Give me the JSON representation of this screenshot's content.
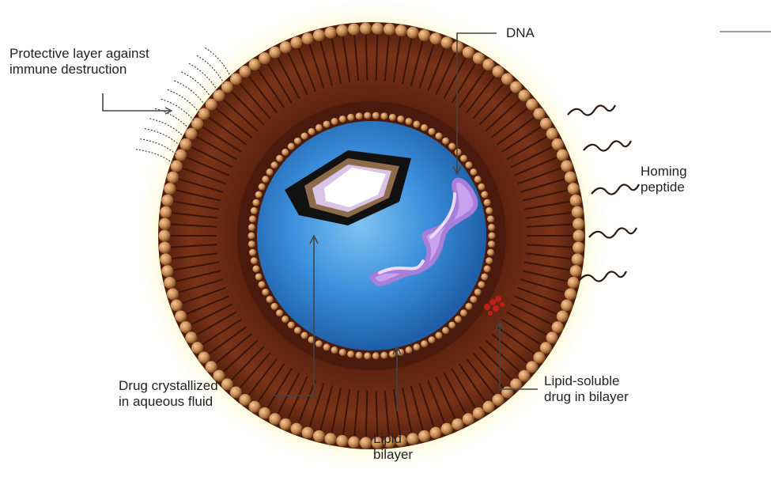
{
  "labels": {
    "protective_layer": [
      "Protective layer against",
      "immune destruction"
    ],
    "dna": "DNA",
    "homing_peptide": [
      "Homing",
      "peptide"
    ],
    "drug_crystallized": [
      "Drug crystallized",
      "in aqueous fluid"
    ],
    "lipid_soluble": [
      "Lipid-soluble",
      "drug in bilayer"
    ],
    "lipid_bilayer": [
      "Lipid",
      "bilayer"
    ]
  },
  "colors": {
    "outer_glow": "#f7ef8a",
    "bilayer_dark": "#4a1a0c",
    "bilayer_mid": "#7a3418",
    "head_beads": "#c98a55",
    "aqueous_core": "#2f7fd0",
    "aqueous_light": "#7fc3f2",
    "dna": "#c8a2ef",
    "lipid_drug": "#c0201a"
  }
}
